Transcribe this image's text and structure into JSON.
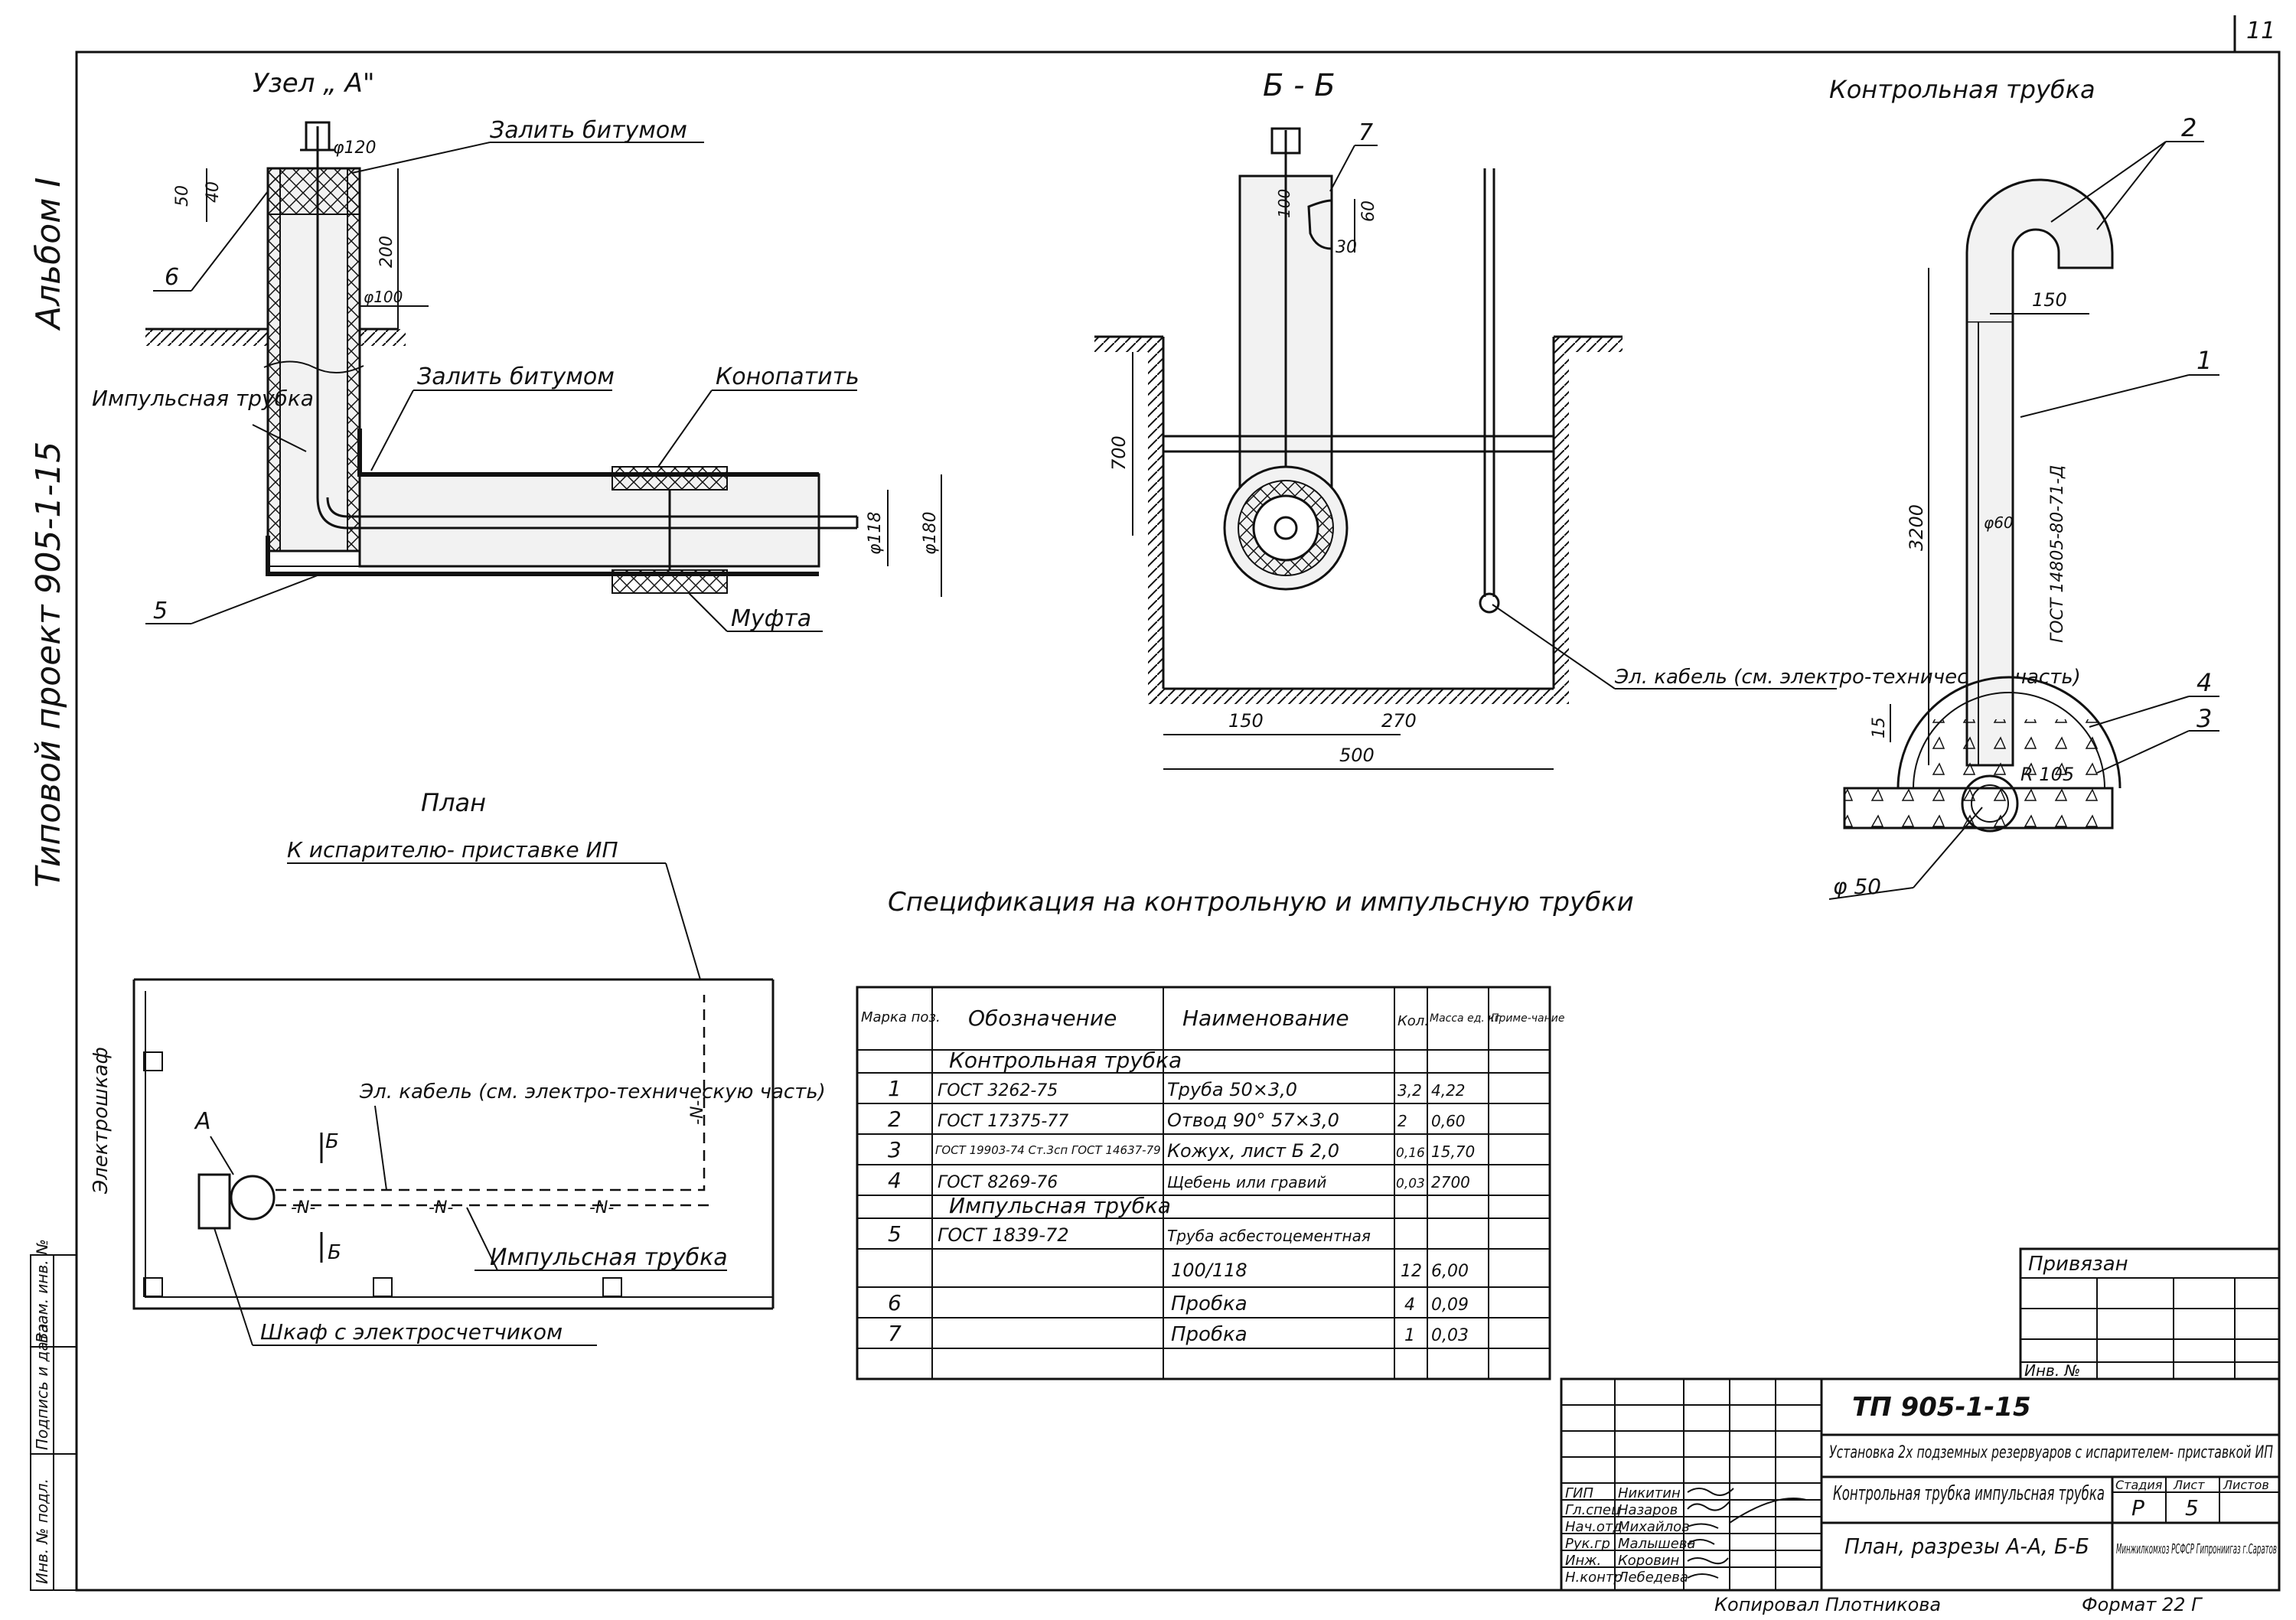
{
  "page_number": "11",
  "side_labels": {
    "album": "Альбом I",
    "project": "Типовой проект 905-1-15",
    "stamp_cells": [
      "Инв. № подл.",
      "Подпись и дата",
      "Взам. инв. №"
    ]
  },
  "node_a": {
    "title": "Узел „ А\"",
    "fill_bitumen_top": "Залить битумом",
    "fill_bitumen_mid": "Залить битумом",
    "caulk": "Конопатить",
    "coupling": "Муфта",
    "impulse_tube": "Импульсная трубка",
    "pos_6": "6",
    "pos_5": "5",
    "dims": [
      "φ120",
      "50",
      "40",
      "200",
      "φ100",
      "φ118",
      "φ180"
    ]
  },
  "section_bb": {
    "title": "Б - Б",
    "pos_7": "7",
    "cable_note": "Эл. кабель (см. электро-техническую часть)",
    "dims": [
      "100",
      "60",
      "30",
      "700",
      "150",
      "270",
      "500"
    ]
  },
  "control_tube": {
    "title": "Контрольная трубка",
    "pos_1": "1",
    "pos_2": "2",
    "pos_3": "3",
    "pos_4": "4",
    "dims": [
      "150",
      "3200",
      "φ60",
      "15",
      "R 105",
      "φ 50"
    ],
    "gost_note": "ГОСТ 14805-80-71-Д"
  },
  "plan": {
    "title": "План",
    "to_evaporator": "К испарителю- приставке ИП",
    "cabinet": "Электрошкаф",
    "node_label": "А",
    "cut_label": "Б",
    "cable_note": "Эл. кабель (см. электро-техническую часть)",
    "impulse_tube": "Импульсная трубка",
    "meter_cabinet": "Шкаф с электросчетчиком",
    "cable_marks": [
      "-N-",
      "-N-",
      "-N-",
      "-N-"
    ]
  },
  "spec": {
    "title": "Спецификация на контрольную и импульсную трубки",
    "headers": [
      "Марка поз.",
      "Обозначение",
      "Наименование",
      "Кол.",
      "Масса ед. кг",
      "Приме-чание"
    ],
    "group_1": "Контрольная трубка",
    "group_2": "Импульсная трубка",
    "rows_1": [
      {
        "pos": "1",
        "code": "ГОСТ 3262-75",
        "name": "Труба 50×3,0",
        "qty": "3,2",
        "mass": "4,22"
      },
      {
        "pos": "2",
        "code": "ГОСТ 17375-77",
        "name": "Отвод 90° 57×3,0",
        "qty": "2",
        "mass": "0,60"
      },
      {
        "pos": "3",
        "code": "ГОСТ 19903-74 Ст.3сп ГОСТ 14637-79",
        "name": "Кожух, лист Б 2,0",
        "qty": "0,16",
        "mass": "15,70"
      },
      {
        "pos": "4",
        "code": "ГОСТ 8269-76",
        "name": "Щебень или гравий",
        "qty": "0,03",
        "mass": "2700"
      }
    ],
    "rows_2": [
      {
        "pos": "5",
        "code": "ГОСТ 1839-72",
        "name": "Труба асбестоцементная",
        "qty": "",
        "mass": ""
      },
      {
        "pos": "",
        "code": "",
        "name": "100/118",
        "qty": "12",
        "mass": "6,00"
      },
      {
        "pos": "6",
        "code": "",
        "name": "Пробка",
        "qty": "4",
        "mass": "0,09"
      },
      {
        "pos": "7",
        "code": "",
        "name": "Пробка",
        "qty": "1",
        "mass": "0,03"
      }
    ]
  },
  "binding": {
    "title": "Привязан",
    "inv": "Инв. №"
  },
  "title_block": {
    "doc_code": "ТП 905-1-15",
    "project_name": "Установка 2х подземных резервуаров с испарителем- приставкой ИП",
    "sheet_title": "Контрольная трубка импульсная трубка",
    "sheet_subtitle": "План, разрезы А-А, Б-Б",
    "stage_label": "Стадия",
    "sheet_label": "Лист",
    "sheets_label": "Листов",
    "stage": "Р",
    "sheet": "5",
    "sheets": "",
    "org": "Минжилкомхоз РСФСР Гипрониигаз г.Саратов",
    "roles": [
      "ГИП",
      "Гл.спец",
      "Нач.отд",
      "Рук.гр",
      "Инж.",
      "Н.контр"
    ],
    "names": [
      "Никитин",
      "Назаров",
      "Михайлов",
      "Малышева",
      "Коровин",
      "Лебедева"
    ],
    "copier": "Копировал Плотникова",
    "format": "Формат 22 Г"
  }
}
